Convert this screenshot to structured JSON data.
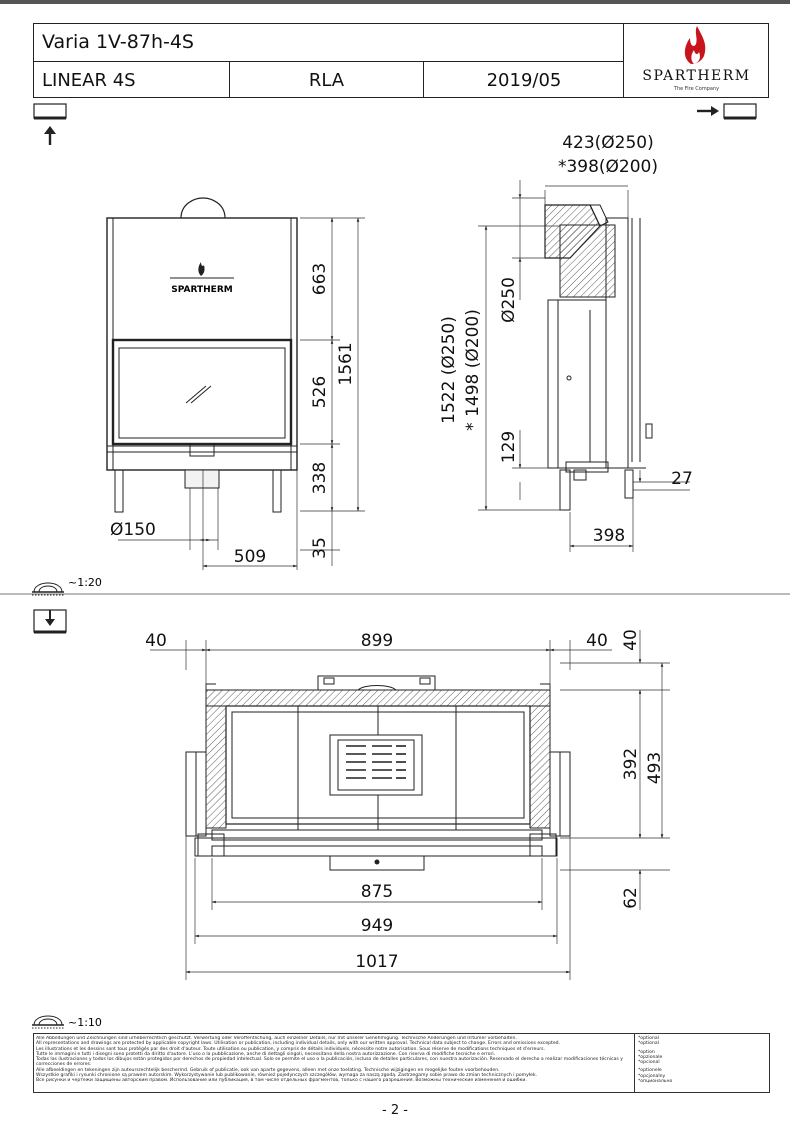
{
  "header": {
    "model": "Varia 1V-87h-4S",
    "series": "LINEAR 4S",
    "code": "RLA",
    "date": "2019/05",
    "brand": "SPARTHERM",
    "brand_tagline": "The Fire Company"
  },
  "front_view": {
    "stove_brand": "SPARTHERM",
    "dims": {
      "d663": "663",
      "d526": "526",
      "d338": "338",
      "d1561": "1561",
      "d35": "35",
      "d509": "509",
      "d150": "Ø150"
    }
  },
  "side_view": {
    "dims": {
      "top1": "423(Ø250)",
      "top2": "*398(Ø200)",
      "d250": "Ø250",
      "d1522": "1522 (Ø250)",
      "d1498": "* 1498 (Ø200)",
      "d129": "129",
      "d27": "27",
      "d398": "398"
    }
  },
  "top_view": {
    "dims": {
      "left40": "40",
      "w899": "899",
      "right40": "40",
      "v40": "40",
      "v392": "392",
      "v493": "493",
      "v62": "62",
      "w875": "875",
      "w949": "949",
      "w1017": "1017"
    }
  },
  "scales": {
    "upper": "~1:20",
    "lower": "~1:10"
  },
  "footer": {
    "lines": [
      "Alle Abbildungen und Zeichnungen sind urheberrechtlich geschützt. Verwertung oder Veröffentlichung, auch einzelner Details, nur mit unserer Genehmigung. Technische Änderungen und Irrtümer vorbehalten.",
      "All representations and drawings are protected by applicable copyright laws. Utilisation or publication, including individual details, only with our written approval. Technical data subject to change. Errors and omissions excepted.",
      "Les illustrations et les dessins sont tous protégés par des droit d'auteur. Toute utilisation ou publication, y compris de détails individuels, nécessite notre autorisation. Sous réserve de modifications techniques et d'erreurs.",
      "Tutte le immagini e tutti i disegni sono protetti da diritto d'autore. L'uso o la pubblicazione, anche di dettagli singoli, necessitano della nostra autorizzazione. Con riserva di modifiche tecniche e errori.",
      "Todas las ilustraciones y todos los dibujos están protegidos por derechos de propiedad intelectual. Solo se permite el uso o la publicación, incluso de detalles particulares, con nuestra autorización. Reservado el derecho a realizar modificaciones técnicas y correcciones de errores.",
      "Alle afbeeldingen en tekeningen zijn auteursrechtelijk beschermd. Gebruik of publicatie, ook van aparte gegevens, alleen met onze toelating. Technische wijzigingen en mogelijke fouten voorbehouden.",
      "Wszystkie grafiki i rysunki chronione są prawem autorskim. Wykorzystywanie lub publikowanie, również pojedynczych szczegółów, wymaga za naszą zgodą. Zastrzegamy sobie prawo do zmian technicznych i pomyłek.",
      "Все рисунки и чертежи защищены авторским правом. Использование или публикация, в том числе отдельных фрагментов, только с нашего разрешения. Возможны технические изменения и ошибки."
    ],
    "optional": [
      "*optional",
      "*optional",
      "*option",
      "*opzionale",
      "*opcional",
      "*optionele",
      "*opcjonalny",
      "*опционально"
    ]
  },
  "page": {
    "number": "- 2 -"
  }
}
